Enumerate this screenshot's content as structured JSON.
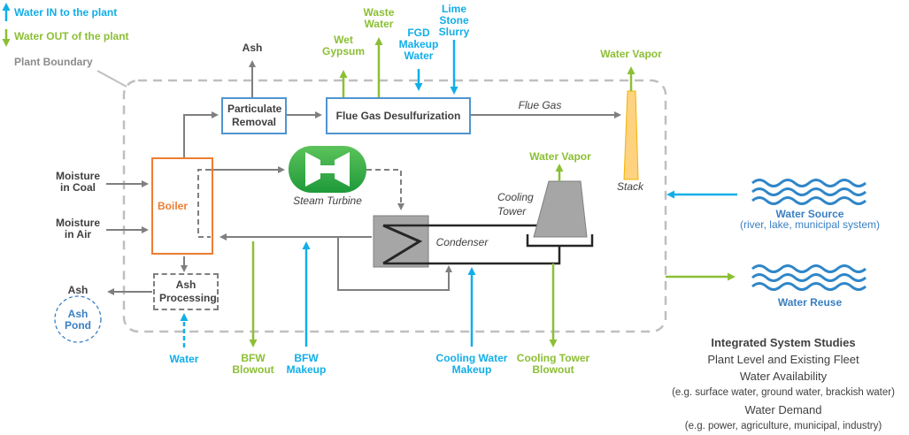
{
  "legend": {
    "water_in": "Water IN to the plant",
    "water_out": "Water OUT of the plant",
    "plant_boundary": "Plant Boundary",
    "colors": {
      "water_in": "#12aee8",
      "water_out": "#8cbf35",
      "boundary": "#bfbfbf"
    }
  },
  "components": {
    "particulate_removal": "Particulate Removal",
    "fgd": "Flue Gas Desulfurization",
    "boiler": "Boiler",
    "steam_turbine": "Steam Turbine",
    "condenser": "Condenser",
    "cooling_tower": "Cooling Tower",
    "stack": "Stack",
    "ash_processing": "Ash Processing",
    "ash_pond": "Ash Pond"
  },
  "flows": {
    "ash_top": "Ash",
    "wet_gypsum": "Wet Gypsum",
    "waste_water": "Waste Water",
    "fgd_makeup_water": "FGD Makeup Water",
    "lime_stone_slurry": "Lime Stone Slurry",
    "water_vapor_stack": "Water Vapor",
    "flue_gas": "Flue Gas",
    "water_vapor_tower": "Water Vapor",
    "moisture_in_coal": "Moisture in Coal",
    "moisture_in_air": "Moisture in Air",
    "ash_left": "Ash",
    "water_ash": "Water",
    "bfw_blowout": "BFW Blowout",
    "bfw_makeup": "BFW Makeup",
    "cooling_water_makeup": "Cooling Water Makeup",
    "cooling_tower_blowout": "Cooling Tower Blowout"
  },
  "external": {
    "water_source": "Water Source",
    "water_source_sub": "(river, lake, municipal system)",
    "water_reuse": "Water Reuse"
  },
  "studies": {
    "title": "Integrated System Studies",
    "line1": "Plant Level and Existing Fleet",
    "line2": "Water Availability",
    "line3": "(e.g. surface water, ground water, brackish water)",
    "line4": "Water Demand",
    "line5": "(e.g. power, agriculture, municipal, industry)"
  }
}
